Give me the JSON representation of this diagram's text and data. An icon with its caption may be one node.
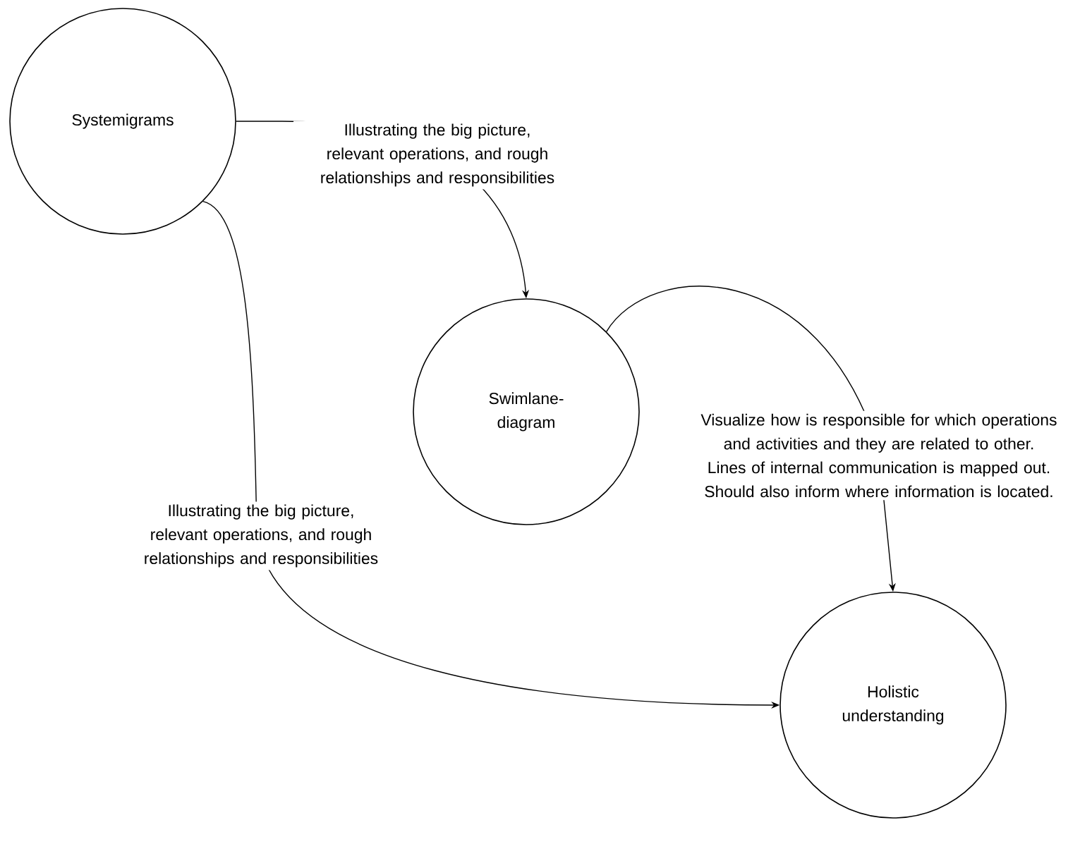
{
  "diagram": {
    "nodes": [
      {
        "text": [
          "Systemigrams"
        ]
      },
      {
        "text": [
          "Swimlane- diagram"
        ]
      },
      {
        "text": [
          "Holistic understanding"
        ]
      }
    ],
    "edges": [
      {
        "from": 0,
        "to": 1,
        "arrow": "to",
        "label": "Illustrating the big picture, relevant operations, and rough relationships and responsibilities"
      },
      {
        "from": 0,
        "to": 2,
        "arrow": "to",
        "label": "Illustrating the big picture, relevant operations, and rough relationships and responsibilities"
      },
      {
        "from": 1,
        "to": 2,
        "arrow": "to",
        "label": "Visualize how is responsible for which operations and activities and they are related to other. Lines of internal communication is mapped out. Should also inform where information is located."
      }
    ]
  }
}
